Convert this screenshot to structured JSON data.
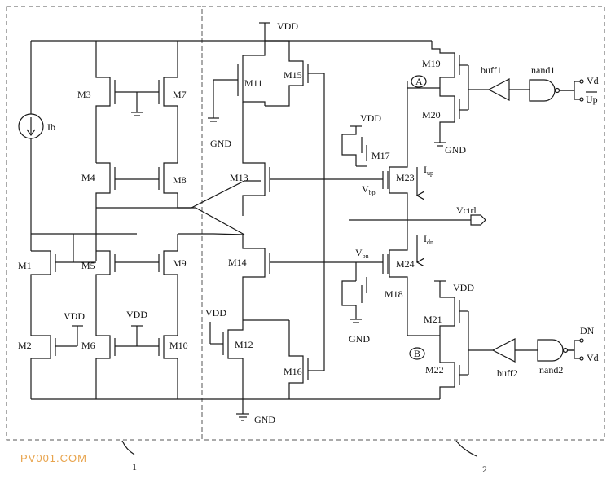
{
  "labels": {
    "vdd_top": "VDD",
    "vdd_m17": "VDD",
    "vdd_m21": "VDD",
    "vdd_m2": "VDD",
    "vdd_m6": "VDD",
    "vdd_m12": "VDD",
    "gnd_m11": "GND",
    "gnd_m20": "GND",
    "gnd_m18": "GND",
    "gnd_bottom": "GND",
    "ib": "Ib",
    "vctrl": "Vctrl",
    "iup_main": "I",
    "iup_sub": "up",
    "idn_main": "I",
    "idn_sub": "dn",
    "vbp_main": "V",
    "vbp_sub": "bp",
    "vbn_main": "V",
    "vbn_sub": "bn",
    "node_a": "A",
    "node_b": "B",
    "buff1": "buff1",
    "buff2": "buff2",
    "nand1": "nand1",
    "nand2": "nand2",
    "vd_top": "Vd",
    "up_out": "Up",
    "dn_out": "DN",
    "vd_bottom": "Vd",
    "region1": "1",
    "region2": "2",
    "watermark": "PV001.COM"
  },
  "transistors": [
    "M1",
    "M2",
    "M3",
    "M4",
    "M5",
    "M6",
    "M7",
    "M8",
    "M9",
    "M10",
    "M11",
    "M12",
    "M13",
    "M14",
    "M15",
    "M16",
    "M17",
    "M18",
    "M19",
    "M20",
    "M21",
    "M22",
    "M23",
    "M24"
  ]
}
